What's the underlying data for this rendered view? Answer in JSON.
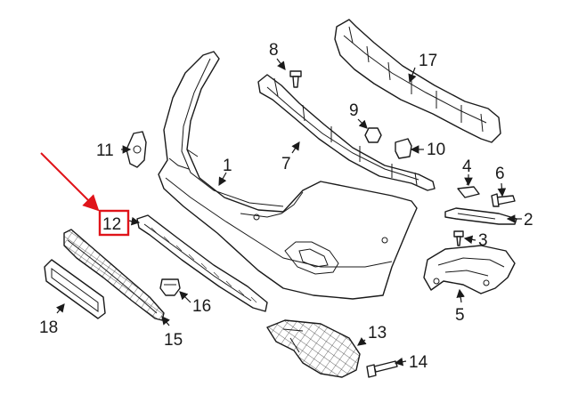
{
  "callouts": {
    "c1": "1",
    "c2": "2",
    "c3": "3",
    "c4": "4",
    "c5": "5",
    "c6": "6",
    "c7": "7",
    "c8": "8",
    "c9": "9",
    "c10": "10",
    "c11": "11",
    "c12": "12",
    "c13": "13",
    "c14": "14",
    "c15": "15",
    "c16": "16",
    "c17": "17",
    "c18": "18"
  },
  "highlight": {
    "part": "12",
    "color": "#e0141a"
  },
  "colors": {
    "line": "#1a1a1a",
    "background": "#ffffff",
    "highlight": "#e0141a"
  }
}
